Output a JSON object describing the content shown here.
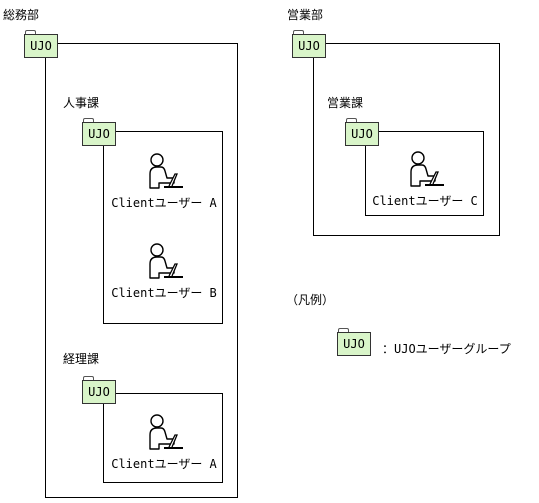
{
  "group_label": "UJO",
  "departments": {
    "somu": {
      "name": "総務部"
    },
    "jinji": {
      "name": "人事課",
      "clients": [
        "Clientユーザー A",
        "Clientユーザー B"
      ]
    },
    "keiri": {
      "name": "経理課",
      "clients": [
        "Clientユーザー A"
      ]
    },
    "eigyobu": {
      "name": "営業部"
    },
    "eigyoka": {
      "name": "営業課",
      "clients": [
        "Clientユーザー C"
      ]
    }
  },
  "legend": {
    "title": "（凡例）",
    "icon_label": "UJO",
    "description": "：UJOユーザーグループ"
  },
  "icons": {
    "group": "folder-icon",
    "user": "user-at-terminal-icon"
  },
  "colors": {
    "group_fill": "#d9f5c9",
    "line": "#000000"
  }
}
